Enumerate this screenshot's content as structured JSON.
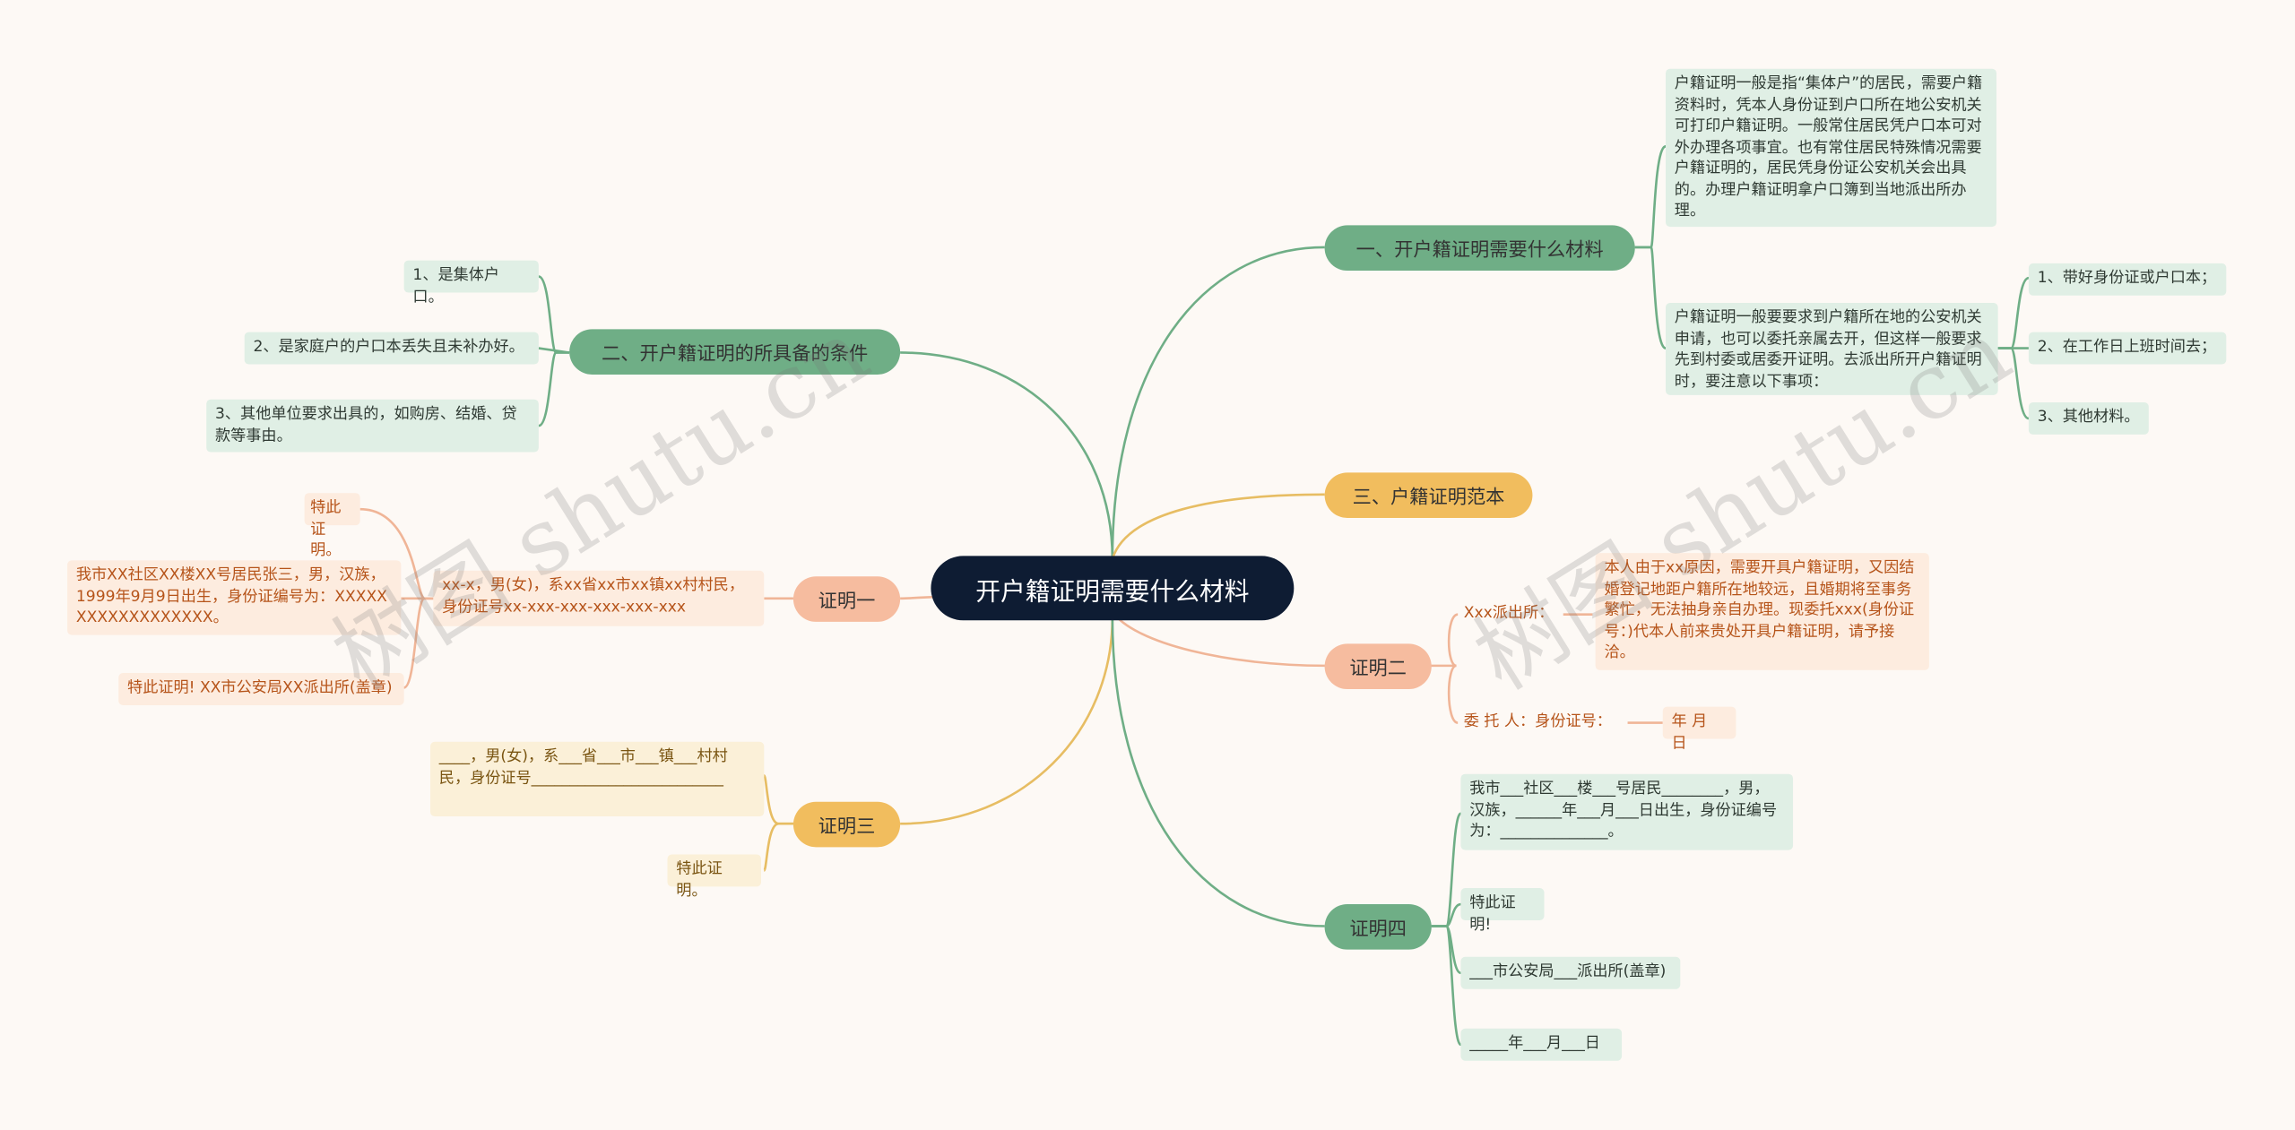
{
  "root": {
    "label": "开户籍证明需要什么材料"
  },
  "branches": {
    "b1": {
      "label": "一、开户籍证明需要什么材料",
      "desc": "户籍证明一般是指“集体户”的居民，需要户籍资料时，凭本人身份证到户口所在地公安机关可打印户籍证明。一般常住居民凭户口本可对外办理各项事宜。也有常住居民特殊情况需要户籍证明的，居民凭身份证公安机关会出具的。办理户籍证明拿户口簿到当地派出所办理。",
      "procedure": "户籍证明一般要要求到户籍所在地的公安机关申请，也可以委托亲属去开，但这样一般要求先到村委或居委开证明。去派出所开户籍证明时，要注意以下事项：",
      "items": [
        "1、带好身份证或户口本；",
        "2、在工作日上班时间去；",
        "3、其他材料。"
      ]
    },
    "b2": {
      "label": "二、开户籍证明的所具备的条件",
      "items": [
        "1、是集体户口。",
        "2、是家庭户的户口本丢失且未补办好。",
        "3、其他单位要求出具的，如购房、结婚、贷款等事由。"
      ]
    },
    "b3": {
      "label": "三、户籍证明范本"
    },
    "c1": {
      "label": "证明一",
      "line1": "特此证明。",
      "body": "xx-x，男(女)，系xx省xx市xx镇xx村村民，身份证号xx-xxx-xxx-xxx-xxx-xxx",
      "sub": "我市XX社区XX楼XX号居民张三，男，汉族，1999年9月9日出生，身份证编号为：XXXXXXXXXXXXXXXXXX。",
      "sign": "特此证明! XX市公安局XX派出所(盖章)"
    },
    "c2": {
      "label": "证明二",
      "station": "Xxx派出所：",
      "body": "本人由于xx原因，需要开具户籍证明，又因结婚登记地距户籍所在地较远，且婚期将至事务繁忙，无法抽身亲自办理。现委托xxx(身份证号：)代本人前来贵处开具户籍证明，请予接洽。",
      "agent": "委 托 人：身份证号：",
      "date": "年 月 日"
    },
    "c3": {
      "label": "证明三",
      "body": "____，男(女)，系___省___市___镇___村村民，身份证号_________________________",
      "end": "特此证明。"
    },
    "c4": {
      "label": "证明四",
      "body": "我市___社区___楼___号居民________，男，汉族，______年___月___日出生，身份证编号为：______________。",
      "end": "特此证明!",
      "office": "___市公安局___派出所(盖章)",
      "date": "_____年___月___日"
    }
  },
  "watermark": "树图 shutu.cn",
  "colors": {
    "green": "#6fae86",
    "yellow": "#f1bd5e",
    "salmon": "#f6bc9f",
    "root": "#0e1c33",
    "background": "#fdf9f5"
  }
}
